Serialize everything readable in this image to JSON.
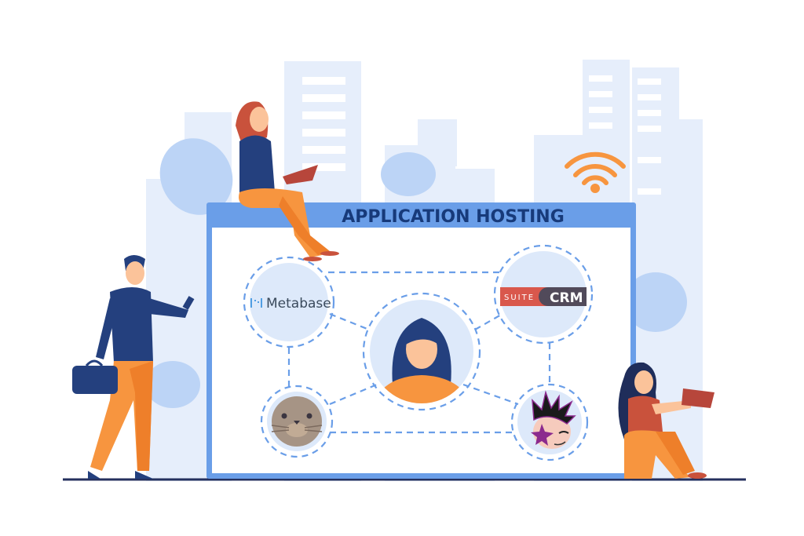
{
  "window": {
    "title": "APPLICATION HOSTING"
  },
  "apps": [
    {
      "name": "Metabase",
      "icon": "metabase-logo"
    },
    {
      "name": "SUITE",
      "name2": "CRM",
      "icon": "suitecrm-logo"
    },
    {
      "name": "user",
      "icon": "user-avatar"
    },
    {
      "name": "seal",
      "icon": "seal-mascot"
    },
    {
      "name": "punk",
      "icon": "punk-mascot"
    }
  ],
  "colors": {
    "frame": "#6a9ee8",
    "title": "#173a7a",
    "circle_fill": "#dde9fa",
    "accent_orange": "#f7953f",
    "navy": "#24407e",
    "background_buildings": "#e3ecfa"
  }
}
